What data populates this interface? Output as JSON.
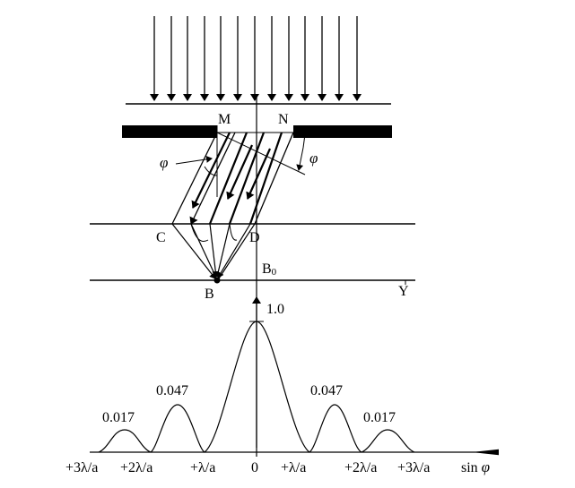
{
  "points": {
    "M": "M",
    "N": "N",
    "C": "C",
    "D": "D",
    "B": "B",
    "B0": "B",
    "B0_sub": "0",
    "Y": "Y"
  },
  "angle_symbol": "φ",
  "peaks": {
    "central": "1.0",
    "first_left": "0.047",
    "first_right": "0.047",
    "second_left": "0.017",
    "second_right": "0.017"
  },
  "x_ticks": {
    "m3": "+3λ/a",
    "m2": "+2λ/a",
    "m1": "+λ/a",
    "zero": "0",
    "p1": "+λ/a",
    "p2": "+2λ/a",
    "p3": "+3λ/a"
  },
  "axis_label": {
    "sin": "sin",
    "phi": "φ"
  }
}
